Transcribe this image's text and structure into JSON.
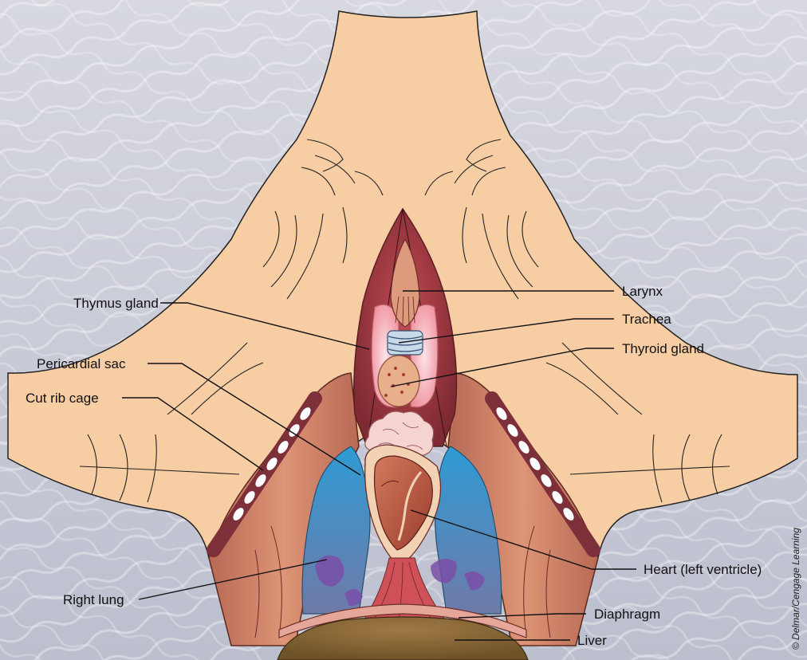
{
  "labels": {
    "larynx": "Larynx",
    "trachea": "Trachea",
    "thyroid_gland": "Thyroid gland",
    "thymus_gland": "Thymus gland",
    "pericardial_sac": "Pericardial sac",
    "cut_rib_cage": "Cut rib cage",
    "heart": "Heart (left ventricle)",
    "right_lung": "Right lung",
    "diaphragm": "Diaphragm",
    "liver": "Liver"
  },
  "credit": "© Delmar/Cengage Learning",
  "colors": {
    "background": "#c9cbd6",
    "skin": "#f7cda4",
    "muscle": "#c97a5e",
    "cavity": "#9e3a40",
    "lung": "#3f8fc0",
    "liver": "#8a6a3a",
    "thymus": "#f4b9c0",
    "trachea_ring": "#a8c4de"
  }
}
